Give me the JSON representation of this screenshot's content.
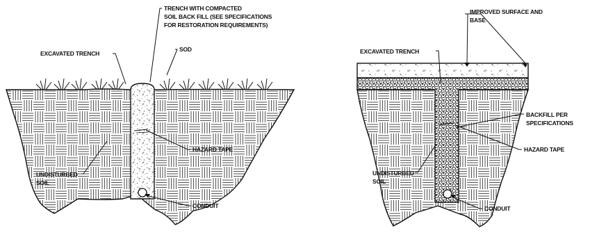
{
  "colors": {
    "ink": "#111111",
    "background": "#ffffff"
  },
  "left_detail": {
    "trench_label_line1": "TRENCH WITH COMPACTED",
    "trench_label_line2": "SOIL BACK FILL (SEE SPECIFICATIONS",
    "trench_label_line3": "FOR RESTORATION REQUIREMENTS)",
    "excavated_trench": "EXCAVATED TRENCH",
    "sod": "SOD",
    "hazard_tape": "HAZARD TAPE",
    "undisturbed_line1": "UNDISTURBED",
    "undisturbed_line2": "SOIL",
    "conduit": "CONDUIT"
  },
  "right_detail": {
    "improved_surface_line1": "IMPROVED SURFACE AND",
    "improved_surface_line2": "BASE",
    "excavated_trench": "EXCAVATED TRENCH",
    "backfill_line1": "BACKFILL PER",
    "backfill_line2": "SPECIFICATIONS",
    "hazard_tape": "HAZARD TAPE",
    "undisturbed_line1": "UNDISTURBED",
    "undisturbed_line2": "SOIL",
    "conduit": "CONDUIT"
  }
}
